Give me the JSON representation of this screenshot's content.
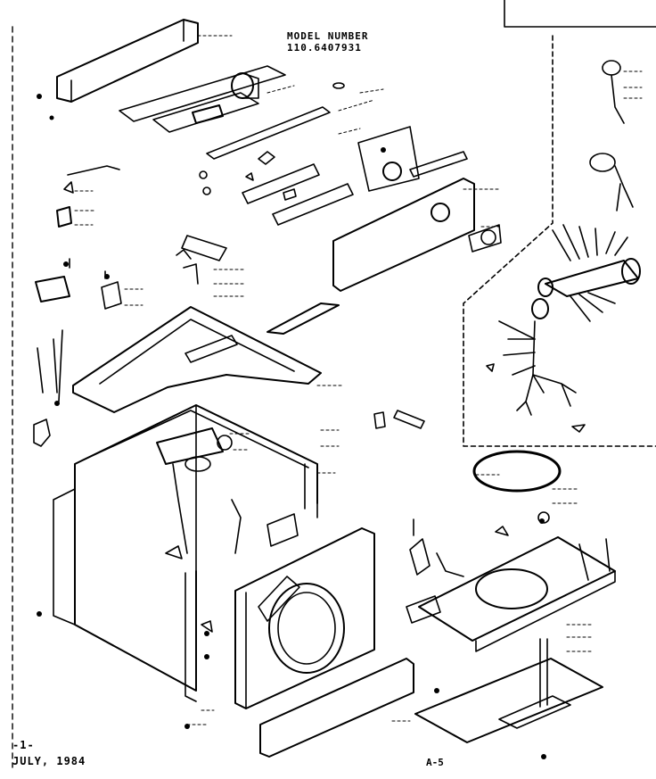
{
  "header": {
    "model_label": "MODEL NUMBER",
    "model_number": "110.6407931"
  },
  "footer": {
    "page": "-1-",
    "date": "JULY, 1984",
    "sheet": "A-5"
  },
  "colors": {
    "ink": "#000000",
    "paper": "#ffffff"
  }
}
